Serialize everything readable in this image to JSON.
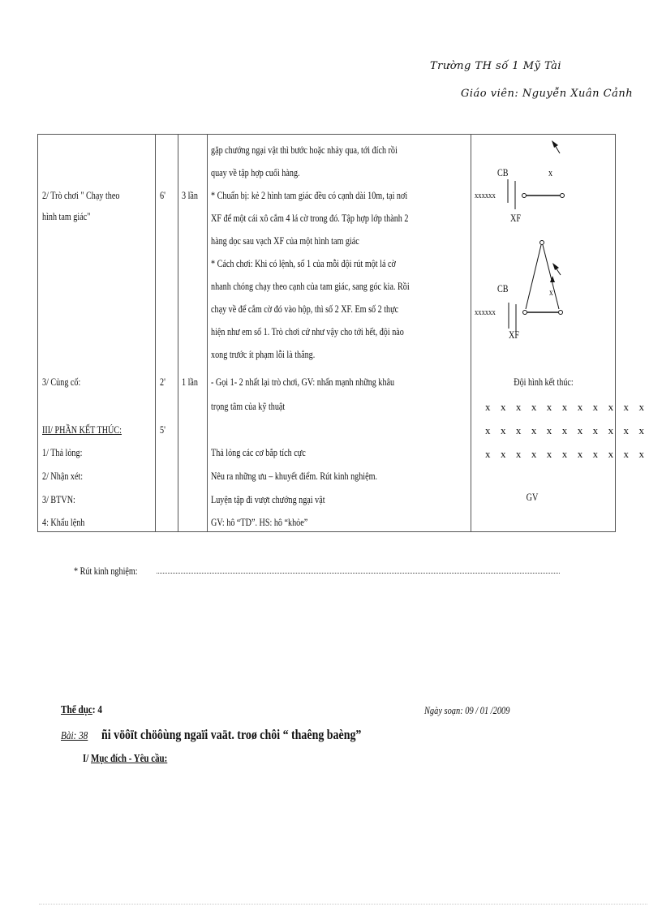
{
  "header": {
    "school": "Trường TH số 1 Mỹ Tài",
    "teacher": "Giáo viên: Nguyễn Xuân Cảnh"
  },
  "table": {
    "rows": [
      {
        "content": "2/ Trò chơi \" Chạy theo",
        "content_line2": "hình tam giác\"",
        "time": "6'",
        "reps": "3 lần",
        "method_lines": [
          "gặp chướng ngại vật thì bước hoặc nhảy qua, tới đích rồi",
          "quay về tập hợp cuối hàng.",
          "* Chuẩn bị: kẻ 2 hình tam giác đều có cạnh dài 10m, tại nơi",
          "XF để một cái xô cắm 4 lá cờ trong đó. Tập hợp lớp thành 2",
          "hàng dọc sau vạch XF của một hình tam giác",
          "* Cách chơi: Khi có lệnh, số 1 của mỗi đội rút một lá cờ",
          "nhanh chóng chạy theo cạnh của tam giác, sang góc kia. Rồi",
          "chạy về để cắm cờ đó vào hộp, thì số 2 XF. Em số 2 thực",
          "hiện như em số 1. Trò chơi cứ như vậy cho tới hết, đội nào",
          "xong trước ít phạm lỗi là thắng."
        ],
        "diagram1": {
          "cb": "CB",
          "x": "x",
          "students": "xxxxxx",
          "xf": "XF"
        },
        "diagram2": {
          "cb": "CB",
          "x": "x",
          "students": "xxxxxx",
          "xf": "XF"
        }
      },
      {
        "content": "3/ Củng cố:",
        "time": "2'",
        "reps": "1 lần",
        "method_lines": [
          "- Gọi 1- 2 nhất lại trò chơi, GV: nhấn mạnh những khâu",
          "trọng tâm của kỹ thuật"
        ],
        "formation_title": "Đội hình kết thúc:"
      },
      {
        "content": "III/ PHẦN KẾT THÚC:",
        "time": "5'"
      },
      {
        "content": "1/ Thả lỏng:",
        "method": "Thả lỏng các cơ bắp tích cực"
      },
      {
        "content": "2/ Nhận xét:",
        "method": "Nêu ra những ưu – khuyết điểm. Rút kinh nghiệm."
      },
      {
        "content": "3/ BTVN:",
        "method": "Luyện tập đi vượt chướng ngại vật"
      },
      {
        "content": "4: Khẩu lệnh",
        "method": "GV: hô “TD”. HS: hô “khỏe”"
      }
    ],
    "formation": {
      "rows": [
        "x x x x x x x x x x x",
        "x x x x x x x x x x x",
        "x x x x x x x x x x x"
      ],
      "teacher": "GV"
    }
  },
  "review": {
    "label": "* Rút kinh nghiệm:",
    "dots": "..............................................................................................................................................................................................................................."
  },
  "next_lesson": {
    "subject_label": "Thể dục",
    "subject_grade": ": 4",
    "date": "Ngày soạn: 09 / 01 /2009",
    "lesson_label": "Bài: 38",
    "lesson_title": "ñi vöôït chöôùng ngaïi vaät. troø chôi “ thaêng baèng”",
    "section_prefix": "I/ ",
    "section_title": "Mục đích - Yêu cầu:"
  }
}
